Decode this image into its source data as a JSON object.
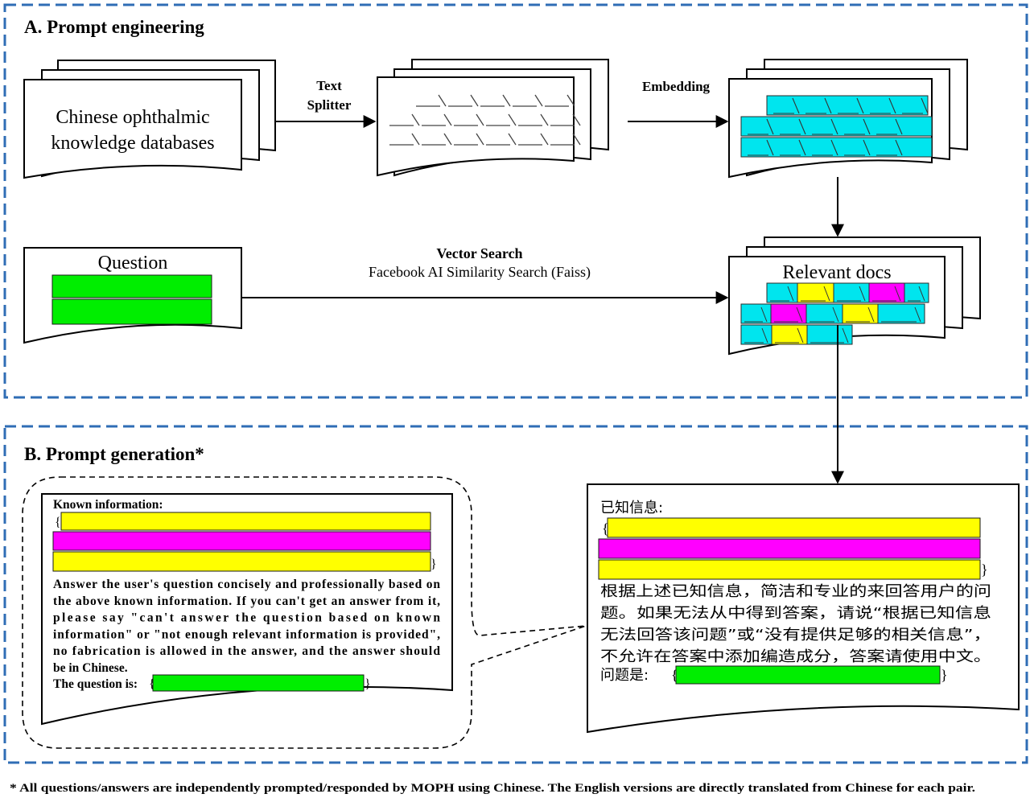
{
  "sectionA": {
    "title": "A. Prompt engineering",
    "kb_line1": "Chinese ophthalmic",
    "kb_line2": "knowledge databases",
    "splitter_line1": "Text",
    "splitter_line2": "Splitter",
    "embedding_label": "Embedding",
    "question_label": "Question",
    "vector_search_label": "Vector Search",
    "faiss_label": "Facebook AI Similarity Search (Faiss)",
    "relevant_docs_label": "Relevant docs"
  },
  "sectionB": {
    "title": "B. Prompt generation*",
    "en_known": "Known information:",
    "en_text": [
      "Answer the user's question concisely and professionally based on",
      "the above known information. If you can't get an answer from it,",
      "please say \"can't answer the question based on known",
      "information\" or \"not enough relevant information is provided\",",
      "no fabrication is allowed in the answer, and the answer should",
      "be in Chinese."
    ],
    "en_question": "The question is:",
    "zh_known": "已知信息:",
    "zh_text": [
      "根据上述已知信息，简洁和专业的来回答用户的问",
      "题。如果无法从中得到答案，请说“根据已知信息",
      "无法回答该问题”或“没有提供足够的相关信息”，",
      "不允许在答案中添加编造成分，答案请使用中文。"
    ],
    "zh_question": "问题是:"
  },
  "footnote": "* All questions/answers are independently prompted/responded by MOPH using Chinese. The English versions are directly translated from Chinese for each pair.",
  "colors": {
    "frame_blue": "#2f6db5",
    "cyan": "#00e5ee",
    "yellow": "#ffff00",
    "magenta": "#ff00ff",
    "green": "#00ee00"
  }
}
